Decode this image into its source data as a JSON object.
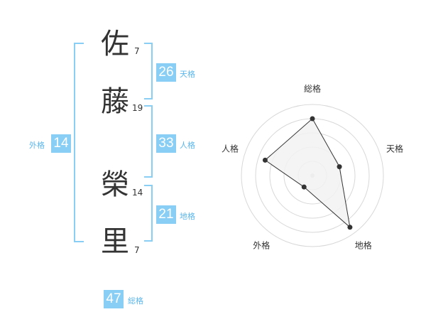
{
  "name": {
    "chars": [
      {
        "char": "佐",
        "strokes": "7"
      },
      {
        "char": "藤",
        "strokes": "19"
      },
      {
        "char": "榮",
        "strokes": "14"
      },
      {
        "char": "里",
        "strokes": "7"
      }
    ]
  },
  "fortune": {
    "tenkaku": {
      "value": "26",
      "label": "天格"
    },
    "jinkaku": {
      "value": "33",
      "label": "人格"
    },
    "chikaku": {
      "value": "21",
      "label": "地格"
    },
    "gaikaku": {
      "value": "14",
      "label": "外格"
    },
    "soukaku": {
      "value": "47",
      "label": "総格"
    }
  },
  "chart_data": {
    "type": "radar",
    "axes": [
      "総格",
      "天格",
      "地格",
      "外格",
      "人格"
    ],
    "values": [
      4,
      2,
      4.5,
      1,
      3.5
    ],
    "range": [
      0,
      5
    ],
    "rings": 5,
    "colors": {
      "fill": "#f2f2f2",
      "line": "#333333",
      "grid": "#d8d8d8",
      "center": "#cccccc"
    }
  }
}
